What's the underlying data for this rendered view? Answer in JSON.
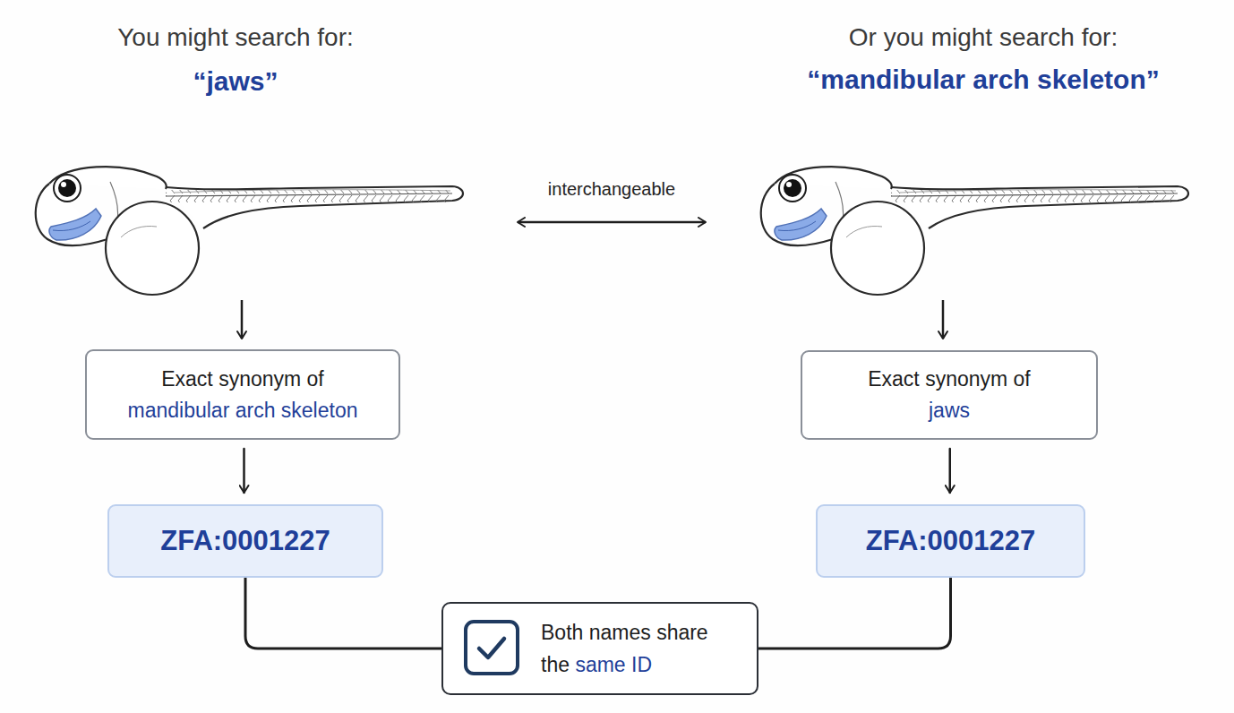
{
  "diagram": {
    "nodes": [
      {
        "text": [
          "Exact synonym of",
          "mandibular arch skeleton"
        ]
      },
      {
        "text": [
          "ZFA:0001227"
        ]
      },
      {
        "text": [
          "Exact synonym of",
          "jaws"
        ]
      },
      {
        "text": [
          "ZFA:0001227"
        ]
      },
      {
        "text": [
          "Both names share the",
          "same ID"
        ]
      }
    ],
    "edges": [
      {
        "from": 0,
        "to": 1,
        "arrow": "to"
      },
      {
        "from": 2,
        "to": 3,
        "arrow": "to"
      },
      {
        "from": 1,
        "to": 4,
        "arrow": "none"
      },
      {
        "from": 3,
        "to": 4,
        "arrow": "none"
      }
    ],
    "labels": [
      "You might search for:",
      "“jaws”",
      "Or you might search for:",
      "“mandibular arch skeleton”",
      "interchangeable"
    ]
  }
}
